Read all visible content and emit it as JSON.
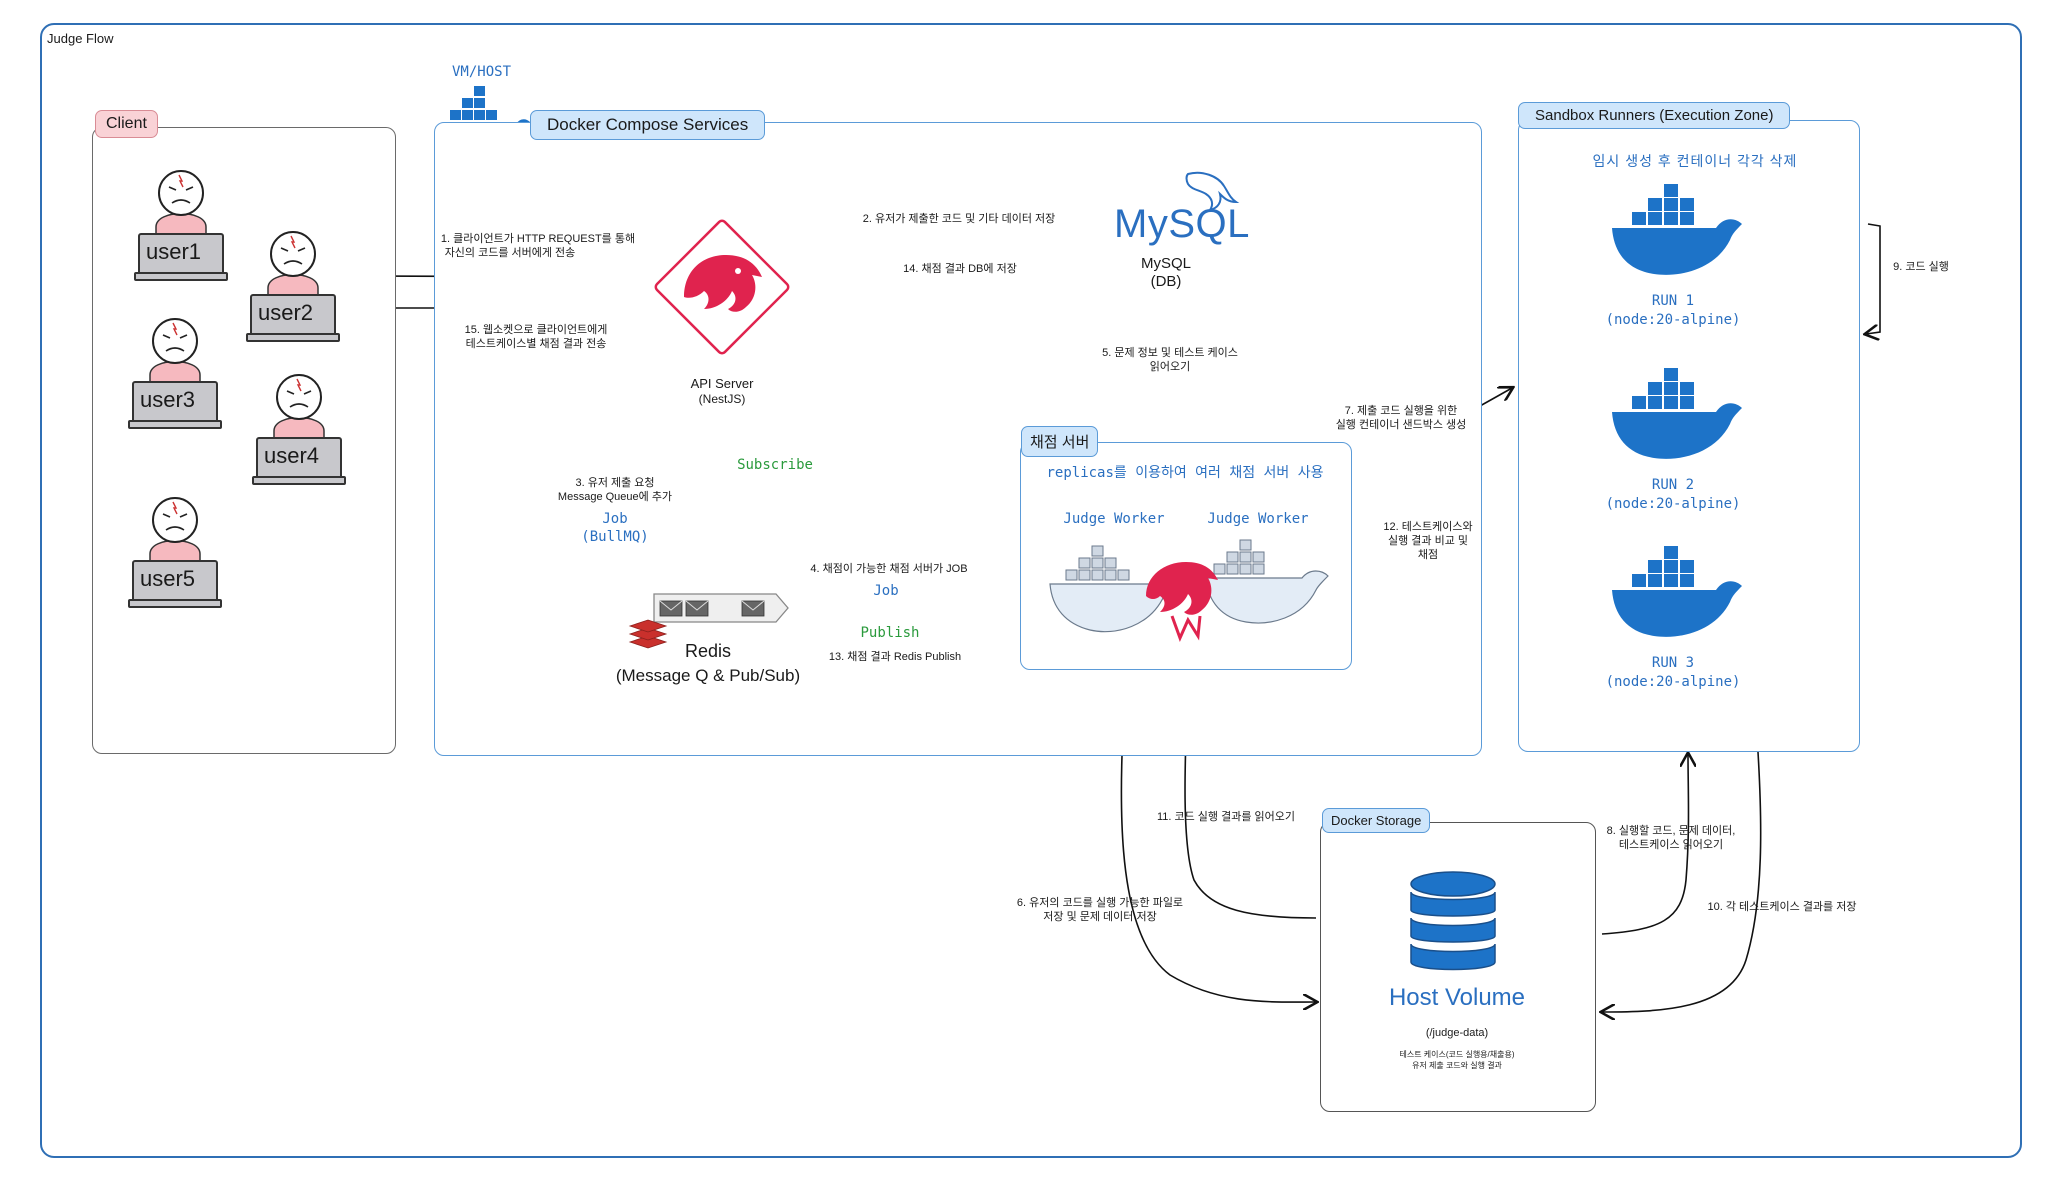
{
  "frame_title": "Judge Flow",
  "client": {
    "tag": "Client",
    "users": [
      "user1",
      "user2",
      "user3",
      "user4",
      "user5"
    ]
  },
  "vm_host": "VM/HOST",
  "compose": {
    "tag": "Docker Compose Services",
    "api_server": "API  Server",
    "api_server_sub": "(NestJS)",
    "mysql_logo": "MySQL",
    "mysql": "MySQL",
    "mysql_sub": "(DB)",
    "redis": "Redis",
    "redis_sub": "(Message Q & Pub/Sub)",
    "judge_tag": "채점 서버",
    "judge_note": "replicas를 이용하여 여러 채점 서버 사용",
    "worker1": "Judge Worker",
    "worker2": "Judge Worker"
  },
  "sandbox": {
    "tag": "Sandbox Runners (Execution Zone)",
    "note": "임시 생성 후 컨테이너 각각 삭제",
    "runs": [
      {
        "name": "RUN 1",
        "image": "(node:20-alpine)"
      },
      {
        "name": "RUN 2",
        "image": "(node:20-alpine)"
      },
      {
        "name": "RUN 3",
        "image": "(node:20-alpine)"
      }
    ]
  },
  "storage": {
    "tag": "Docker Storage",
    "title": "Host Volume",
    "path": "(/judge-data)",
    "desc1": "테스트 케이스(코드 실행용/채출용)",
    "desc2": "유저 제출 코드와 실행 결과"
  },
  "steps": {
    "s1a": "1. 클라이언트가 HTTP REQUEST를 통해",
    "s1b": "자신의 코드를 서버에게 전송",
    "s2": "2. 유저가 제출한 코드 및 기타 데이터 저장",
    "s3a": "3. 유저 제출 요청",
    "s3b": "Message Queue에 추가",
    "s3job": "Job",
    "s3bull": "(BullMQ)",
    "subscribe": "Subscribe",
    "s4": "4. 채점이 가능한 채점 서버가 JOB",
    "s4job": "Job",
    "s5a": "5. 문제 정보 및 테스트 케이스",
    "s5b": "읽어오기",
    "s6a": "6. 유저의 코드를 실행 가능한 파일로",
    "s6b": "저장 및 문제 데이터 저장",
    "s7a": "7. 제출 코드 실행을 위한",
    "s7b": "실행 컨테이너 샌드박스 생성",
    "s8a": "8. 실행할 코드, 문제 데이터,",
    "s8b": "테스트케이스 읽어오기",
    "s9": "9. 코드 실행",
    "s10": "10. 각 테스트케이스 결과를 저장",
    "s11": "11. 코드 실행 결과를 읽어오기",
    "s12a": "12. 테스트케이스와",
    "s12b": "실행 결과 비교 및",
    "s12c": "채점",
    "s13pub": "Publish",
    "s13": "13. 채점 결과 Redis Publish",
    "s14": "14. 채점 결과 DB에 저장",
    "s15a": "15. 웹소켓으로 클라이언트에게",
    "s15b": "테스트케이스별 채점 결과 전송"
  },
  "colors": {
    "frame": "#2f6fb5",
    "docker_blue": "#1d73c8",
    "tag_blue": "#cfe6fb",
    "tag_pink": "#f9d2d6",
    "nest_red": "#e0234e",
    "arrow_blue": "#2a6fc0",
    "arrow_green": "#2a9a3c"
  }
}
